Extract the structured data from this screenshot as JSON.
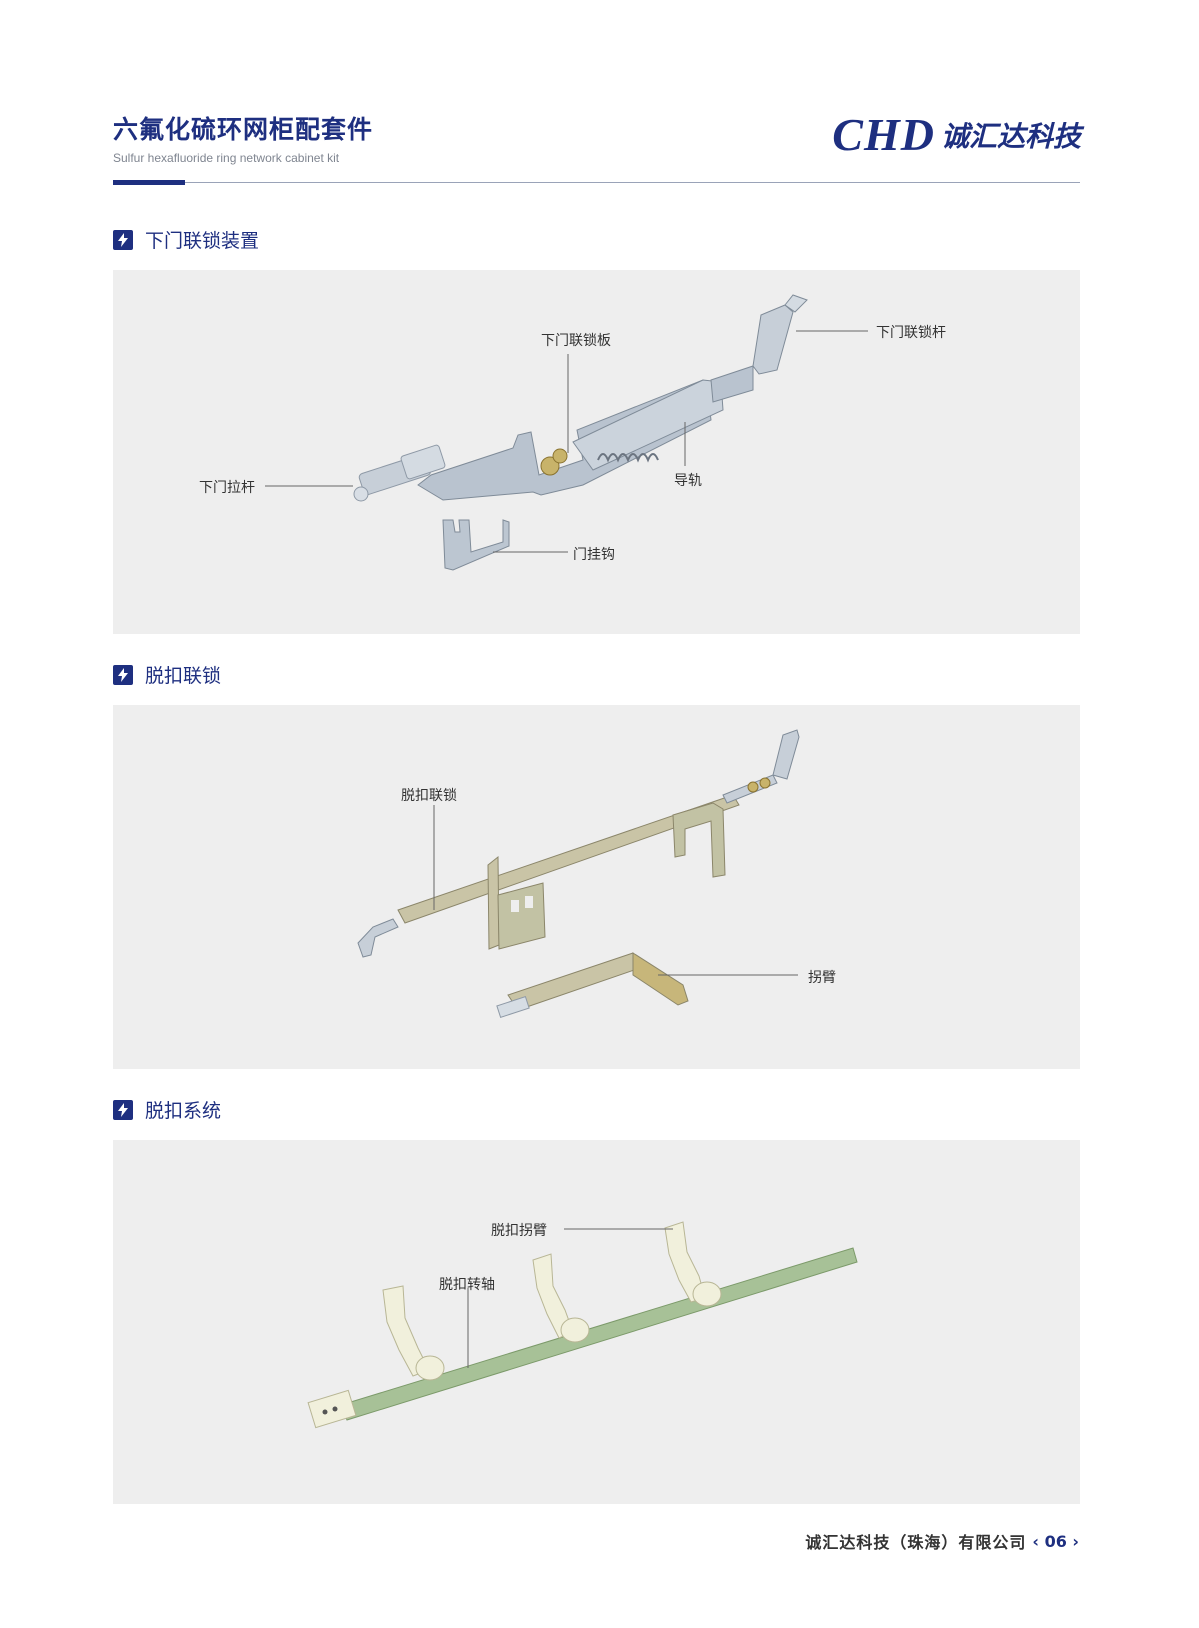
{
  "header": {
    "title_cn": "六氟化硫环网柜配套件",
    "title_en": "Sulfur hexafluoride ring network cabinet kit",
    "brand_logo": "CHD",
    "brand_name": "诚汇达科技"
  },
  "sections": [
    {
      "title": "下门联锁装置",
      "labels": [
        "下门联锁板",
        "下门联锁杆",
        "下门拉杆",
        "导轨",
        "门挂钩"
      ]
    },
    {
      "title": "脱扣联锁",
      "labels": [
        "脱扣联锁",
        "拐臂"
      ]
    },
    {
      "title": "脱扣系统",
      "labels": [
        "脱扣拐臂",
        "脱扣转轴"
      ]
    }
  ],
  "footer": {
    "company": "诚汇达科技（珠海）有限公司",
    "page": "06"
  },
  "colors": {
    "brand": "#1e2f80",
    "panel": "#eeeeee",
    "metal": "#b9c3cf",
    "brass": "#c8b36a",
    "green_rod": "#a7c197",
    "plastic": "#f1f0dc"
  },
  "icons": {
    "section": "lightning-bolt-icon"
  }
}
